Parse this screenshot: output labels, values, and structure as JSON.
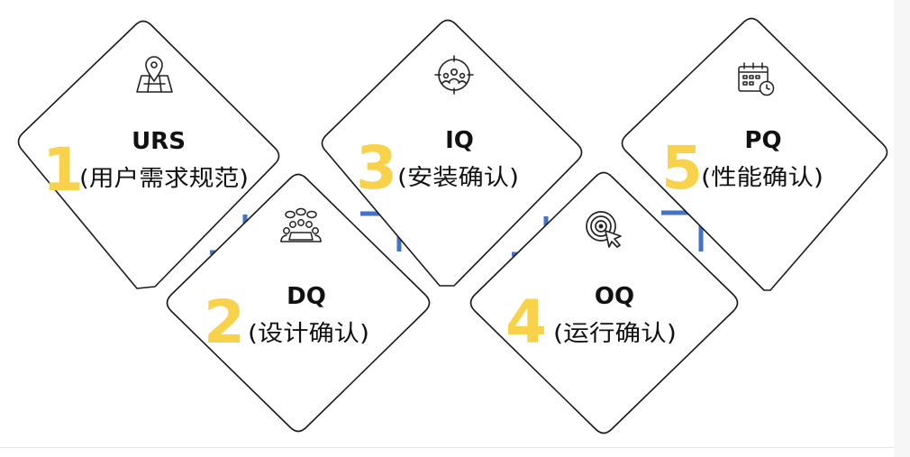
{
  "steps": [
    {
      "number": "1",
      "abbr": "URS",
      "label": "(用户需求规范)",
      "icon": "map-pin-icon"
    },
    {
      "number": "2",
      "abbr": "DQ",
      "label": "(设计确认)",
      "icon": "meeting-icon"
    },
    {
      "number": "3",
      "abbr": "IQ",
      "label": "(安装确认)",
      "icon": "install-target-icon"
    },
    {
      "number": "4",
      "abbr": "OQ",
      "label": "(运行确认)",
      "icon": "target-cursor-icon"
    },
    {
      "number": "5",
      "abbr": "PQ",
      "label": "(性能确认)",
      "icon": "calendar-clock-icon"
    }
  ],
  "colors": {
    "number": "#f8d24a",
    "connector": "#4472c4",
    "outline": "#1a1a1a"
  }
}
